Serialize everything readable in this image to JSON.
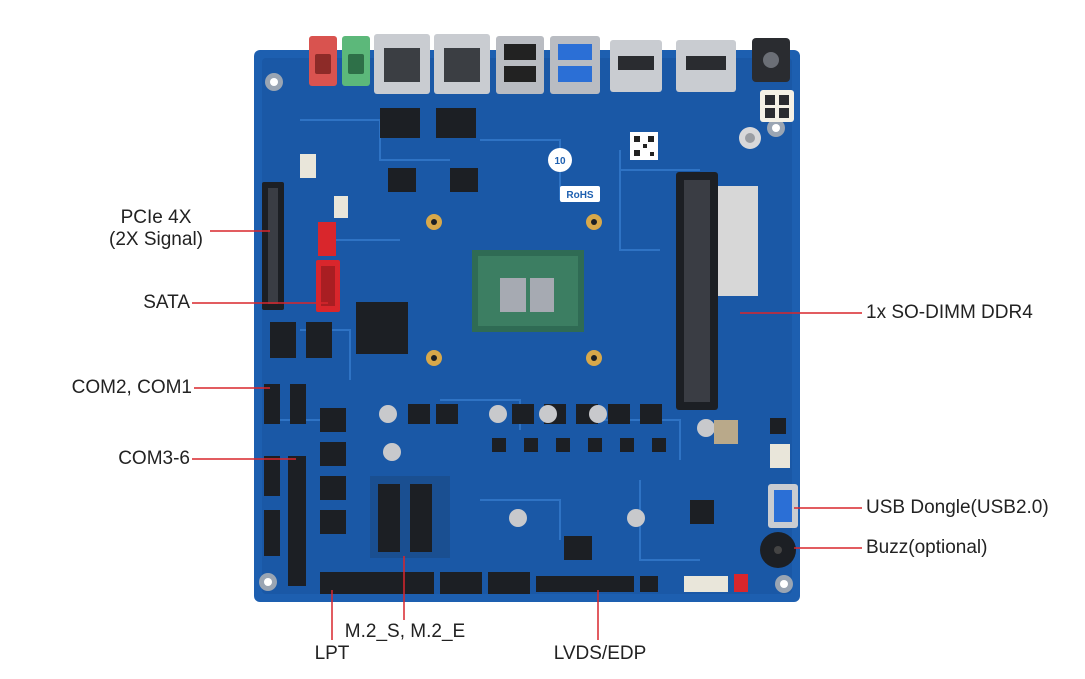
{
  "colors": {
    "board": "#1d5fb0",
    "board_dark": "#144a8c",
    "trace": "#2f73c4",
    "callout": "#d9262c",
    "text": "#222222",
    "silver": "#c9ccd1",
    "chip": "#1c1f24",
    "gold": "#d8a84a"
  },
  "callouts": {
    "pcie_line1": "PCIe 4X",
    "pcie_line2": "(2X Signal)",
    "sata": "SATA",
    "com12": "COM2, COM1",
    "com36": "COM3-6",
    "sodimm": "1x SO-DIMM DDR4",
    "usb_dongle": "USB Dongle(USB2.0)",
    "buzz": "Buzz(optional)",
    "lpt": "LPT",
    "m2": "M.2_S, M.2_E",
    "lvds": "LVDS/EDP"
  },
  "board_marks": {
    "rohs": "RoHS"
  }
}
